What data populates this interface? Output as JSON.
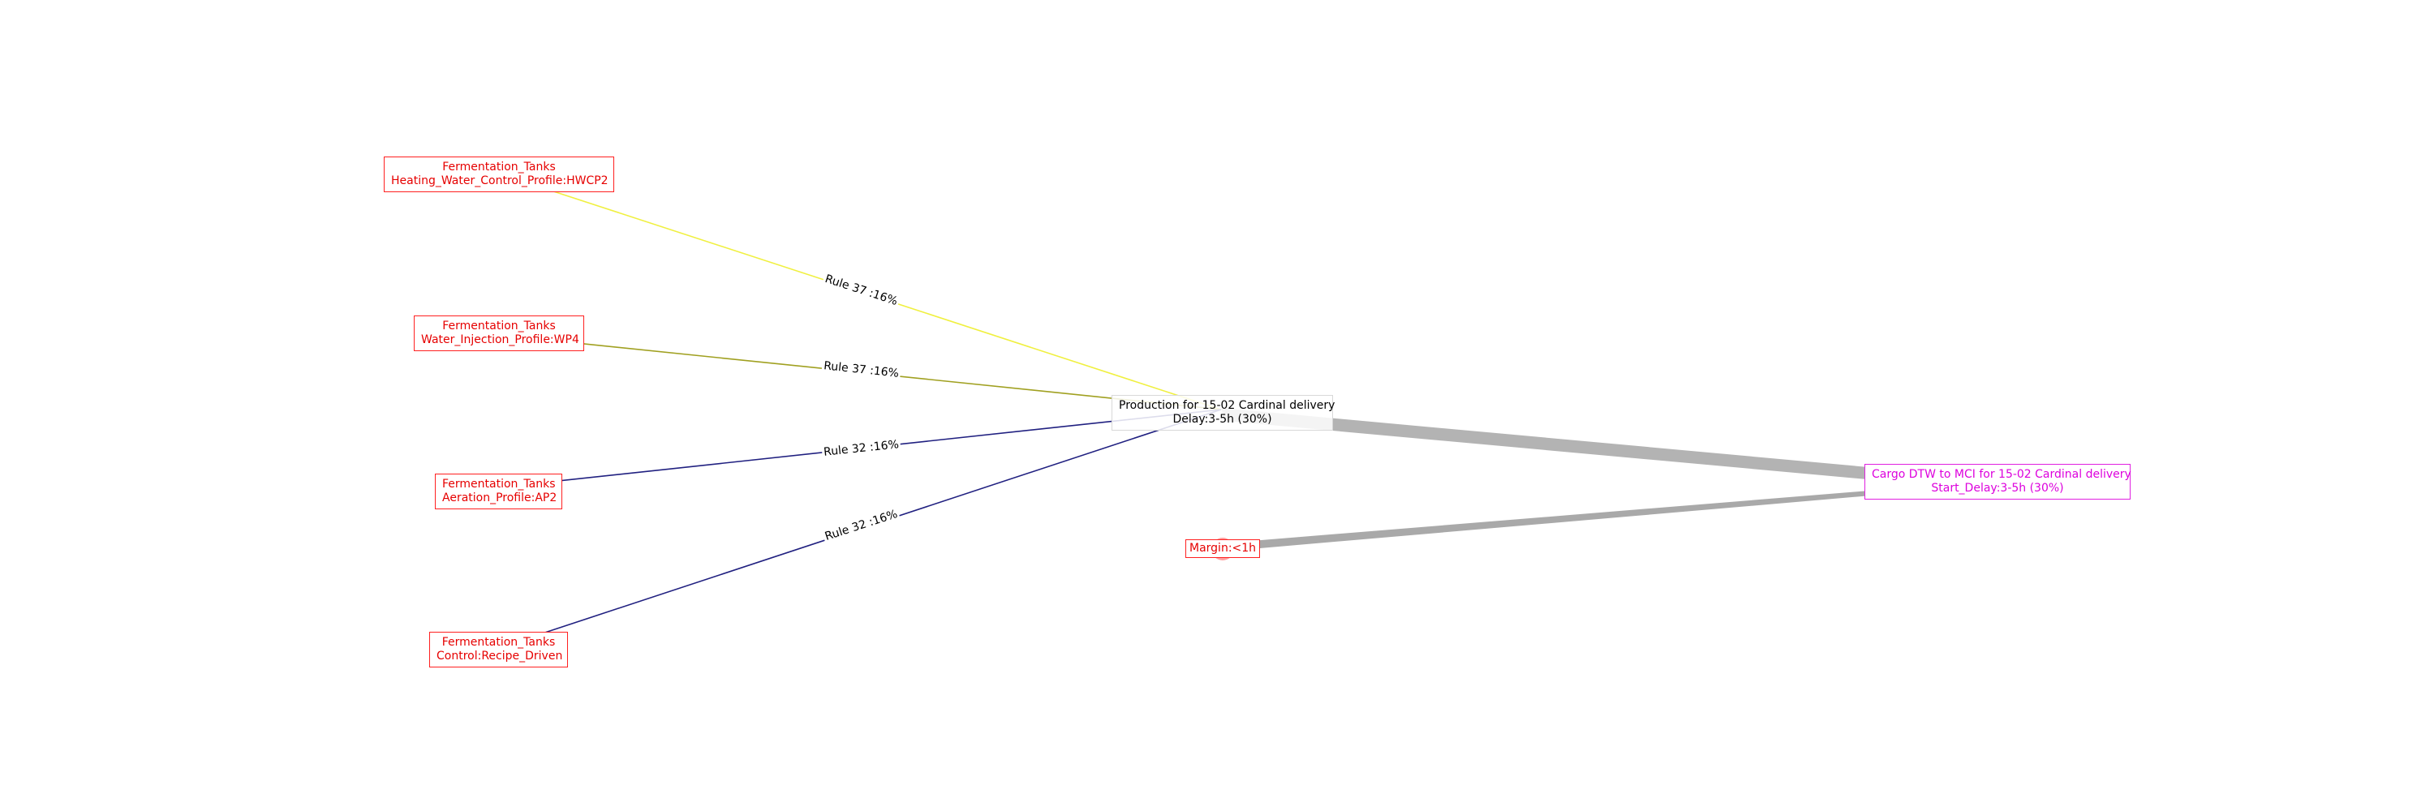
{
  "nodes": {
    "hwcp2": {
      "line1": "Fermentation_Tanks",
      "line2": "Heating_Water_Control_Profile:HWCP2"
    },
    "wp4": {
      "line1": "Fermentation_Tanks",
      "line2": "Water_Injection_Profile:WP4"
    },
    "ap2": {
      "line1": "Fermentation_Tanks",
      "line2": "Aeration_Profile:AP2"
    },
    "recipe": {
      "line1": "Fermentation_Tanks",
      "line2": "Control:Recipe_Driven"
    },
    "production": {
      "line1": "Production for 15-02 Cardinal delivery",
      "line2": "Delay:3-5h (30%)"
    },
    "margin": {
      "line1": "Margin:<1h"
    },
    "cargo": {
      "line1": "Cargo DTW to MCI for 15-02 Cardinal delivery",
      "line2": "Start_Delay:3-5h (30%)"
    }
  },
  "edges": [
    {
      "from": "hwcp2",
      "to": "production",
      "label": "Rule 37 :16%",
      "color": "#f0f040"
    },
    {
      "from": "wp4",
      "to": "production",
      "label": "Rule 37 :16%",
      "color": "#a0a020"
    },
    {
      "from": "ap2",
      "to": "production",
      "label": "Rule 32 :16%",
      "color": "#202080"
    },
    {
      "from": "recipe",
      "to": "production",
      "label": "Rule 32 :16%",
      "color": "#202080"
    },
    {
      "from": "production",
      "to": "cargo",
      "label": "",
      "color": "#999999"
    },
    {
      "from": "margin",
      "to": "cargo",
      "label": "",
      "color": "#999999"
    }
  ],
  "colors": {
    "node_red": "#e60000",
    "node_magenta": "#dd00dd",
    "thick_edge": "#999999"
  }
}
